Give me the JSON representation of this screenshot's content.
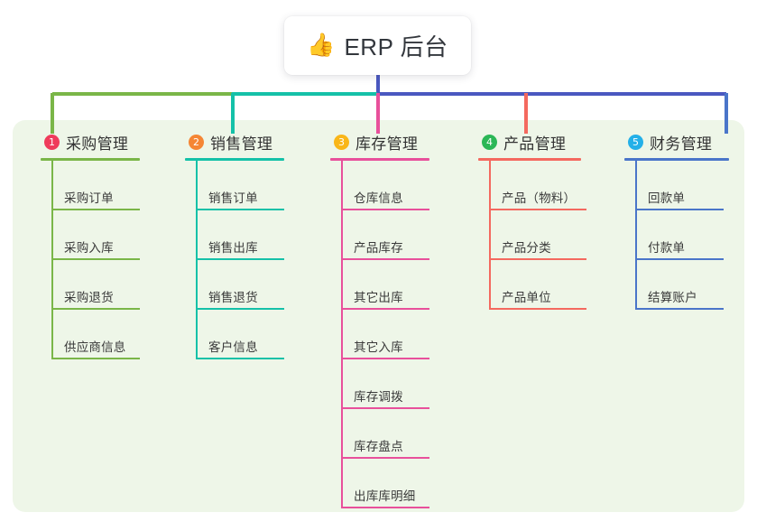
{
  "root": {
    "icon": "thumbs-up-icon",
    "emoji": "👍",
    "title": "ERP 后台"
  },
  "colors": {
    "panel_background": "#eef6e8",
    "page_background": "#ffffff",
    "root_stem": "#4a58c0",
    "branch_1": "#7ab648",
    "branch_2": "#15c1a8",
    "branch_3": "#e8509b",
    "branch_4": "#f4695f",
    "branch_5": "#4a75c9",
    "badge_1": "#ef3b5b",
    "badge_2": "#f58634",
    "badge_3": "#f9b618",
    "badge_4": "#2bb756",
    "badge_5": "#24b0e8",
    "trunk_left": "#7ab648",
    "trunk_mid": "#15c1a8",
    "trunk_right": "#4a58c0"
  },
  "branches": [
    {
      "number": "1",
      "title": "采购管理",
      "color": "#7ab648",
      "badge_color": "#ef3b5b",
      "items": [
        "采购订单",
        "采购入库",
        "采购退货",
        "供应商信息"
      ]
    },
    {
      "number": "2",
      "title": "销售管理",
      "color": "#15c1a8",
      "badge_color": "#f58634",
      "items": [
        "销售订单",
        "销售出库",
        "销售退货",
        "客户信息"
      ]
    },
    {
      "number": "3",
      "title": "库存管理",
      "color": "#e8509b",
      "badge_color": "#f9b618",
      "items": [
        "仓库信息",
        "产品库存",
        "其它出库",
        "其它入库",
        "库存调拨",
        "库存盘点",
        "出库库明细"
      ]
    },
    {
      "number": "4",
      "title": "产品管理",
      "color": "#f4695f",
      "badge_color": "#2bb756",
      "items": [
        "产品（物料）",
        "产品分类",
        "产品单位"
      ]
    },
    {
      "number": "5",
      "title": "财务管理",
      "color": "#4a75c9",
      "badge_color": "#24b0e8",
      "items": [
        "回款单",
        "付款单",
        "结算账户"
      ]
    }
  ]
}
